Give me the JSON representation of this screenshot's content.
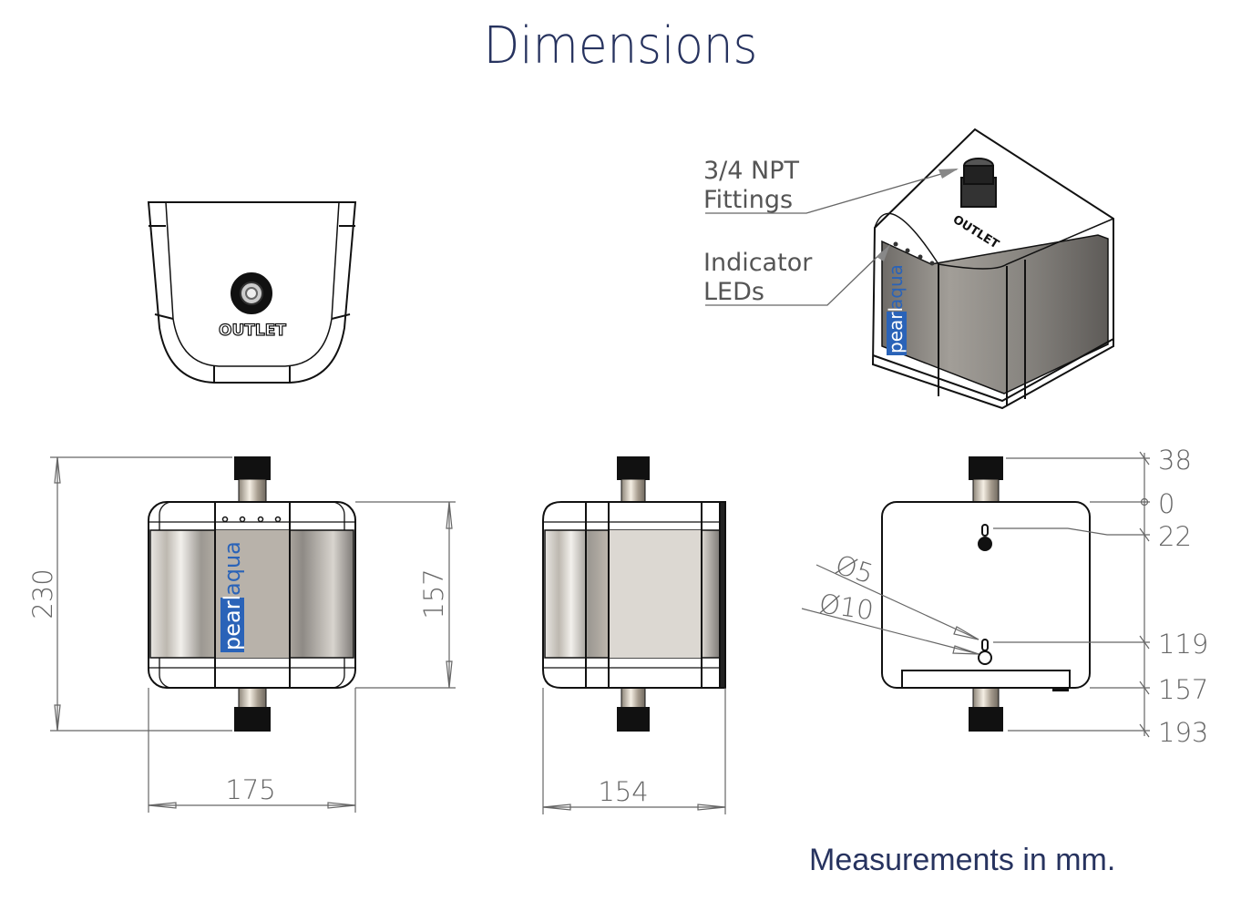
{
  "title": "Dimensions",
  "callouts": {
    "fittings_line1": "3/4 NPT",
    "fittings_line2": "Fittings",
    "leds_line1": "Indicator",
    "leds_line2": "LEDs"
  },
  "product": {
    "outlet_label": "OUTLET",
    "brand_part1": "pearl",
    "brand_part2": "aqua",
    "brand_color": "#2a63b8"
  },
  "dimensions": {
    "overall_height": "230",
    "body_height": "157",
    "width": "175",
    "depth": "154",
    "hole_small": "Ø5",
    "hole_large": "Ø10",
    "ladder": [
      "38",
      "0",
      "22",
      "119",
      "157",
      "193"
    ]
  },
  "footer": "Measurements in mm."
}
